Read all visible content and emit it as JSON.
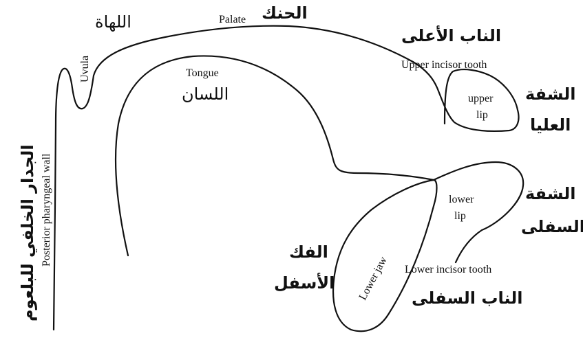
{
  "labels": {
    "palate_en": "Palate",
    "palate_ar": "الحنك",
    "uvula_en": "Uvula",
    "uvula_ar": "اللهاة",
    "tongue_en": "Tongue",
    "tongue_ar": "اللسان",
    "upper_incisor_en": "Upper incisor tooth",
    "upper_incisor_ar": "الناب الأعلى",
    "upper_lip_en_1": "upper",
    "upper_lip_en_2": "lip",
    "upper_lip_ar_1": "الشفة",
    "upper_lip_ar_2": "العليا",
    "lower_lip_en_1": "lower",
    "lower_lip_en_2": "lip",
    "lower_lip_ar_1": "الشفة",
    "lower_lip_ar_2": "السفلى",
    "lower_jaw_en": "Lower jaw",
    "lower_jaw_ar_1": "الفك",
    "lower_jaw_ar_2": "الأسفل",
    "lower_incisor_en": "Lower incisor tooth",
    "lower_incisor_ar": "الناب السفلى",
    "pharynx_en": "Posterior pharyngeal wall",
    "pharynx_ar": "الجدار الخلفي للبلعوم"
  }
}
